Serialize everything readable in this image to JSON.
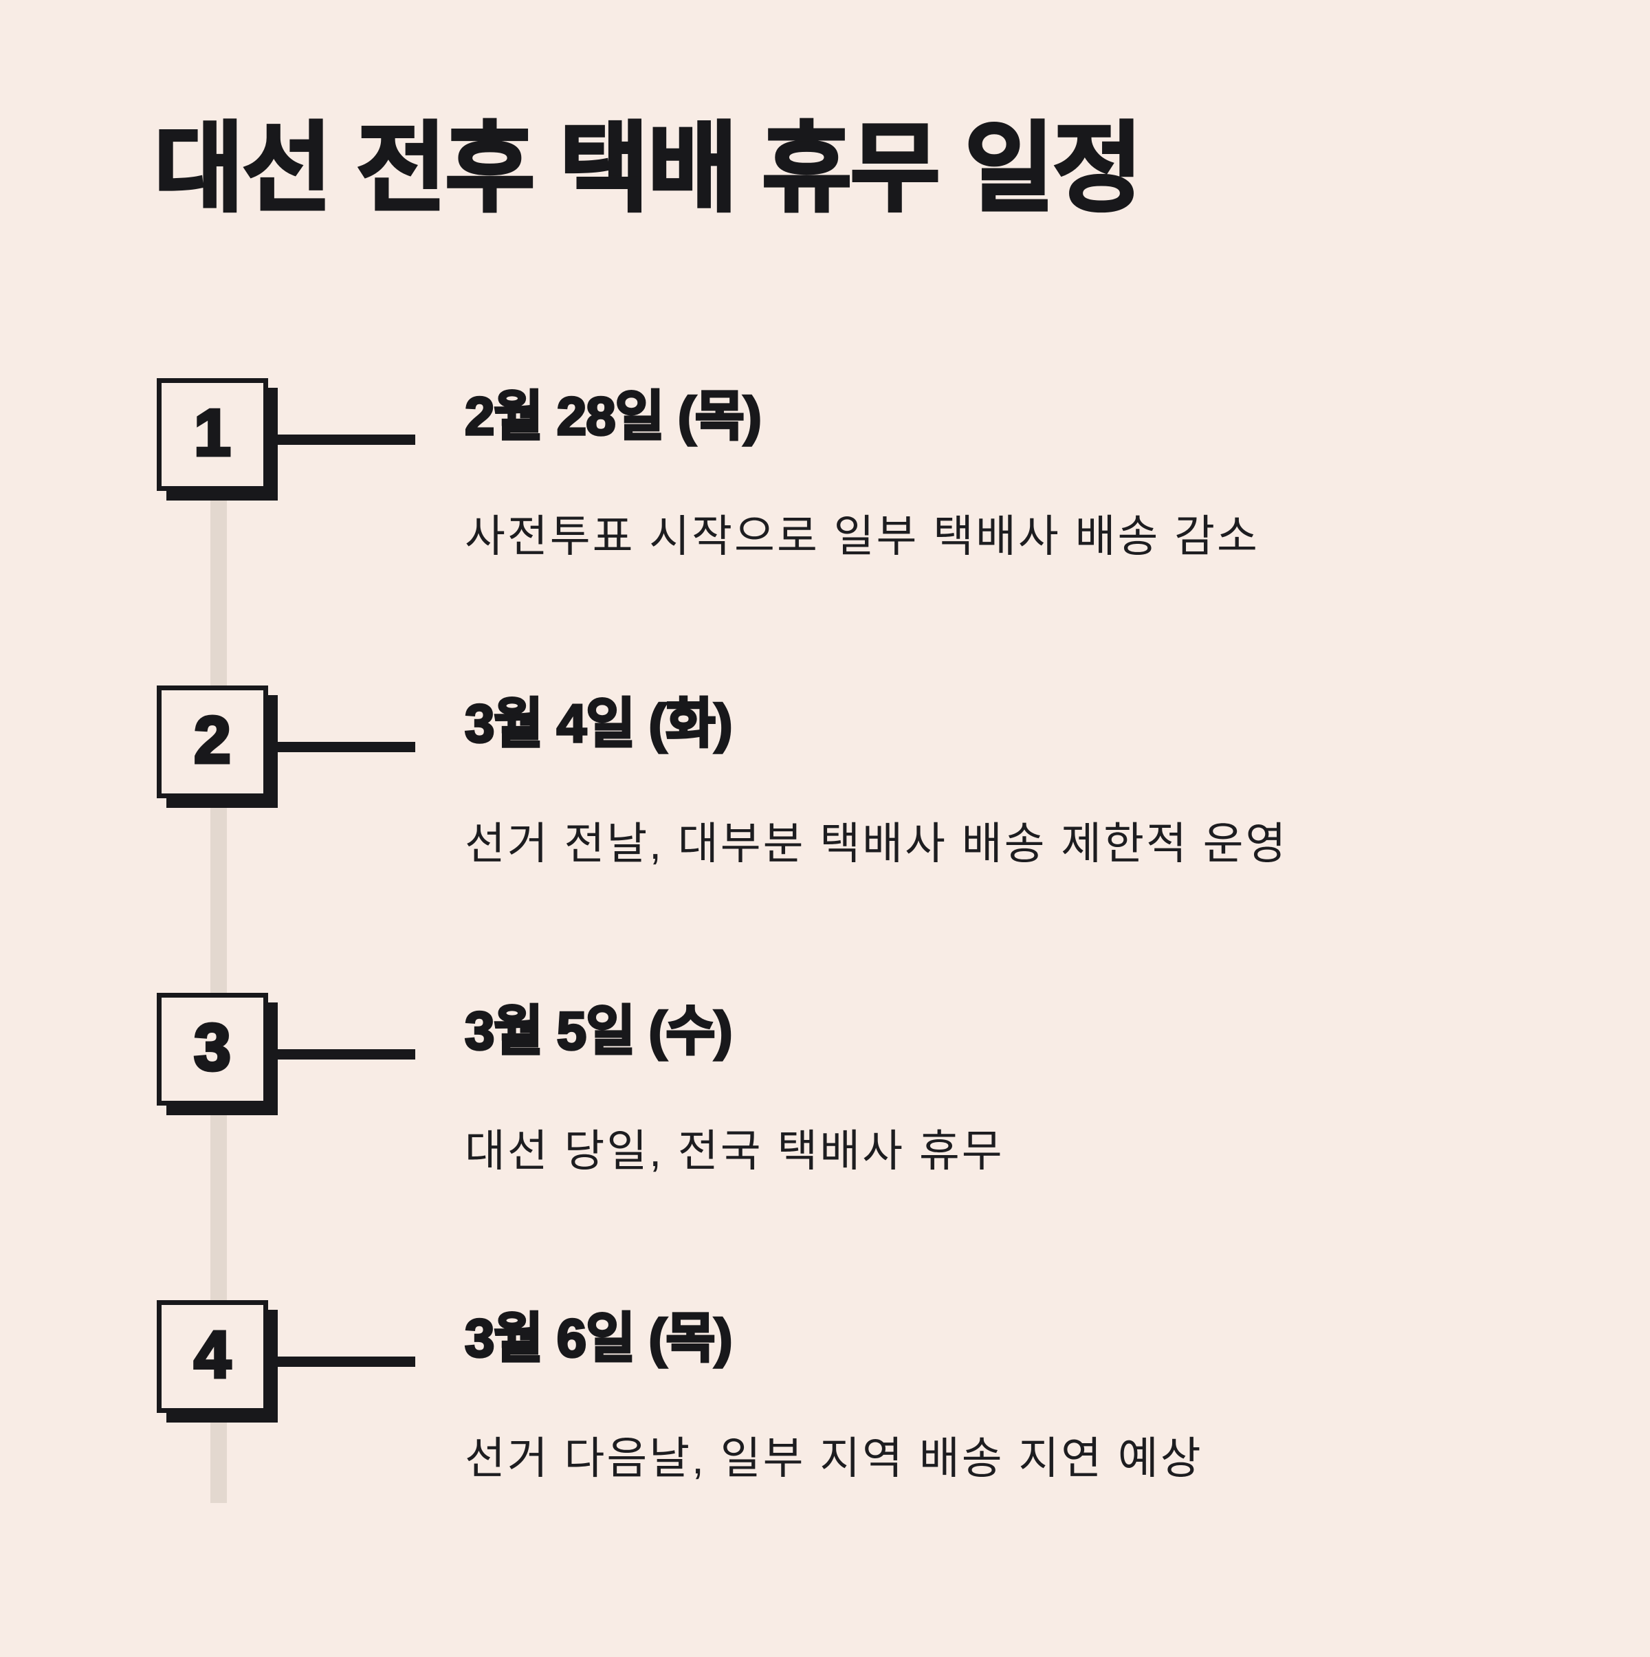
{
  "page": {
    "title": "대선 전후 택배 휴무 일정",
    "background_color": "#f8ece5",
    "ink_color": "#18181b",
    "spine_color": "#e3d8cf"
  },
  "timeline": {
    "items": [
      {
        "number": "1",
        "date": "2월 28일 (목)",
        "description": "사전투표 시작으로 일부 택배사 배송 감소"
      },
      {
        "number": "2",
        "date": "3월 4일 (화)",
        "description": "선거 전날, 대부분 택배사 배송 제한적 운영"
      },
      {
        "number": "3",
        "date": "3월 5일 (수)",
        "description": "대선 당일, 전국 택배사 휴무"
      },
      {
        "number": "4",
        "date": "3월 6일 (목)",
        "description": "선거 다음날, 일부 지역 배송 지연 예상"
      }
    ]
  }
}
